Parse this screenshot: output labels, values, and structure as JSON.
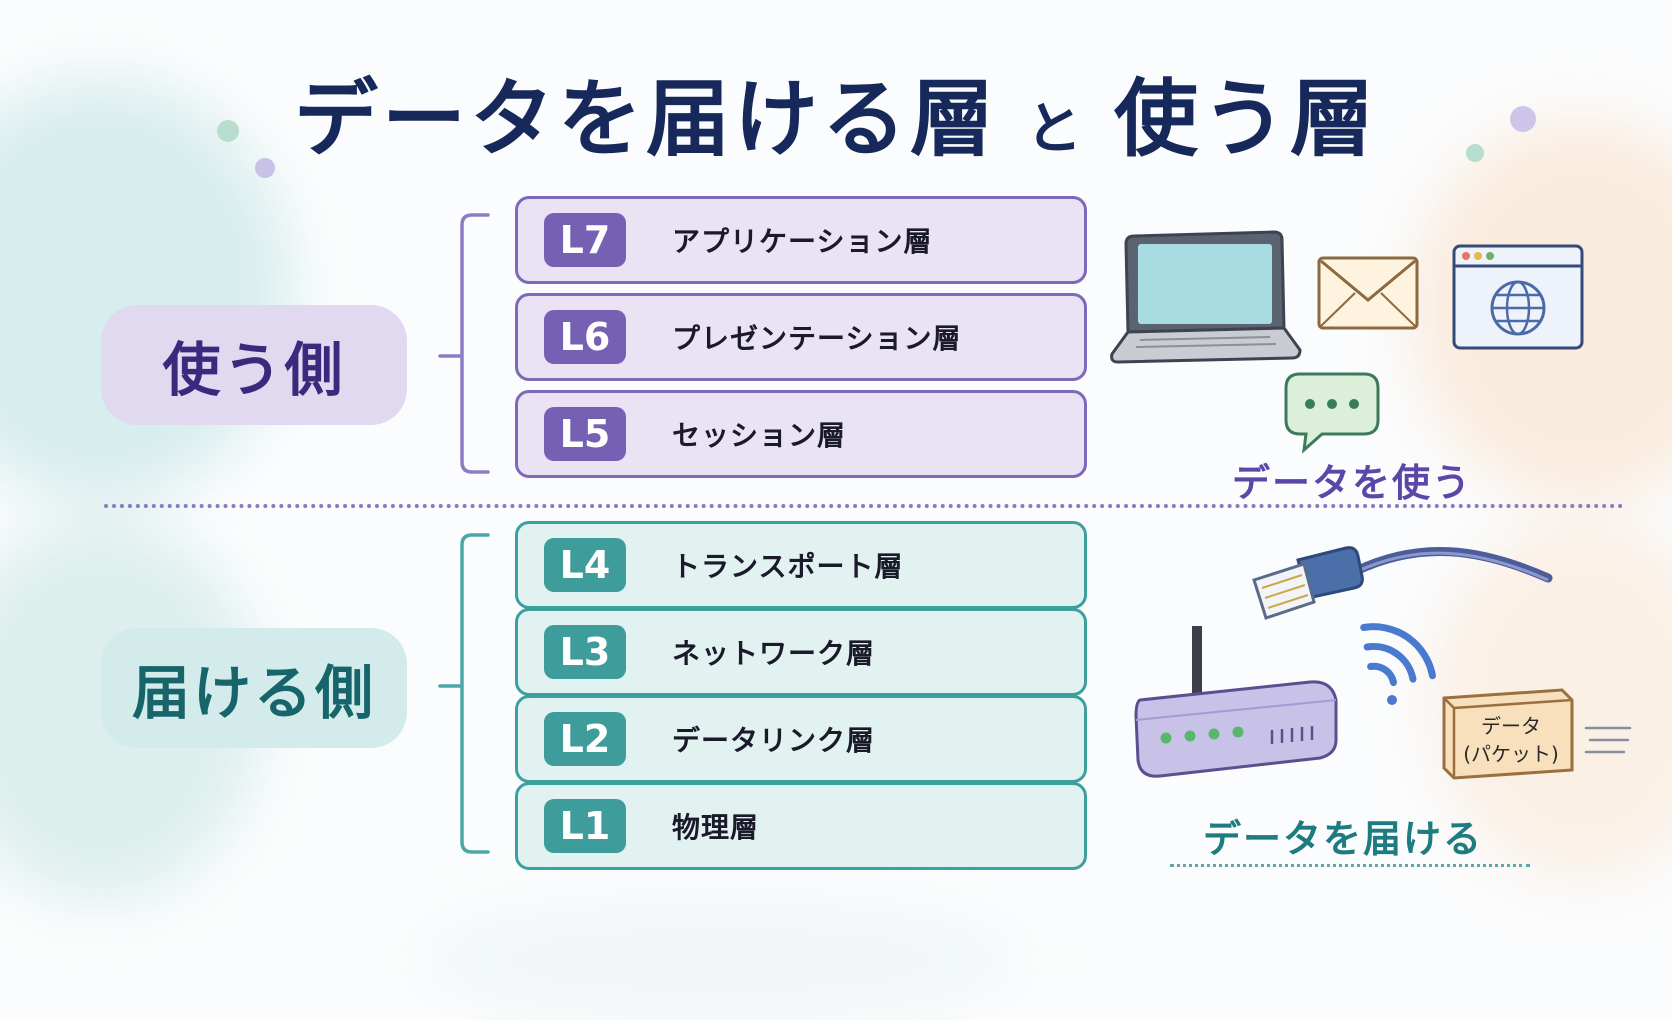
{
  "title": {
    "main": "データを届ける層",
    "join": "と",
    "sub": "使う層"
  },
  "groups": {
    "use": "使う側",
    "deliver": "届ける側"
  },
  "layers": [
    {
      "badge": "L7",
      "name": "アプリケーション層"
    },
    {
      "badge": "L6",
      "name": "プレゼンテーション層"
    },
    {
      "badge": "L5",
      "name": "セッション層"
    },
    {
      "badge": "L4",
      "name": "トランスポート層"
    },
    {
      "badge": "L3",
      "name": "ネットワーク層"
    },
    {
      "badge": "L2",
      "name": "データリンク層"
    },
    {
      "badge": "L1",
      "name": "物理層"
    }
  ],
  "captions": {
    "use": "データを使う",
    "deliver": "データを届ける"
  },
  "packet": {
    "line1": "データ",
    "line2": "(パケット)"
  },
  "icons": [
    "laptop-icon",
    "envelope-icon",
    "browser-globe-icon",
    "chat-bubble-icon",
    "ethernet-cable-icon",
    "router-icon",
    "wifi-icon",
    "packet-box-icon"
  ],
  "colors": {
    "title": "#17285a",
    "upper_accent": "#7660b3",
    "upper_fill": "#e9e3f4",
    "lower_accent": "#3e9c9b",
    "lower_fill": "#e2f2f1"
  }
}
